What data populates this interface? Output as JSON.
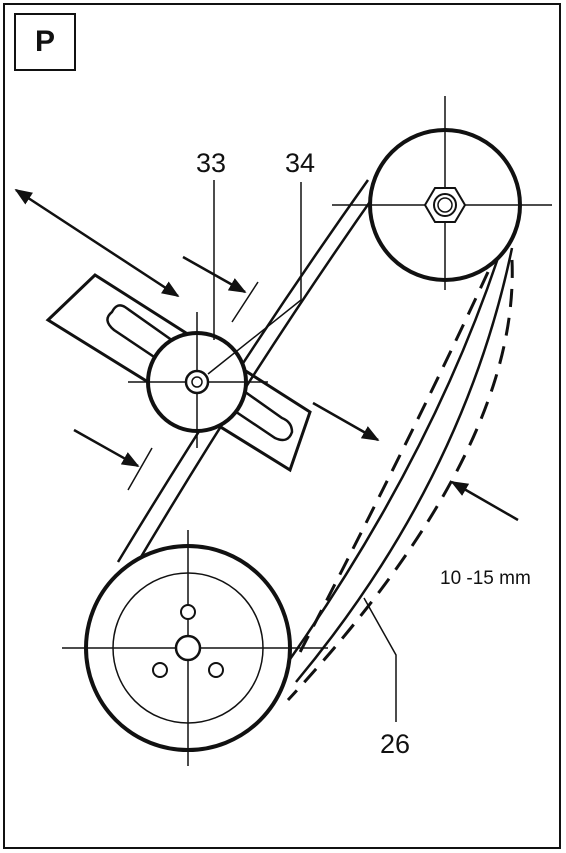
{
  "panel": {
    "letter": "P"
  },
  "labels": {
    "part_33": "33",
    "part_34": "34",
    "part_26": "26",
    "deflection": "10 -15 mm"
  },
  "colors": {
    "ink": "#111111",
    "background": "#ffffff"
  }
}
